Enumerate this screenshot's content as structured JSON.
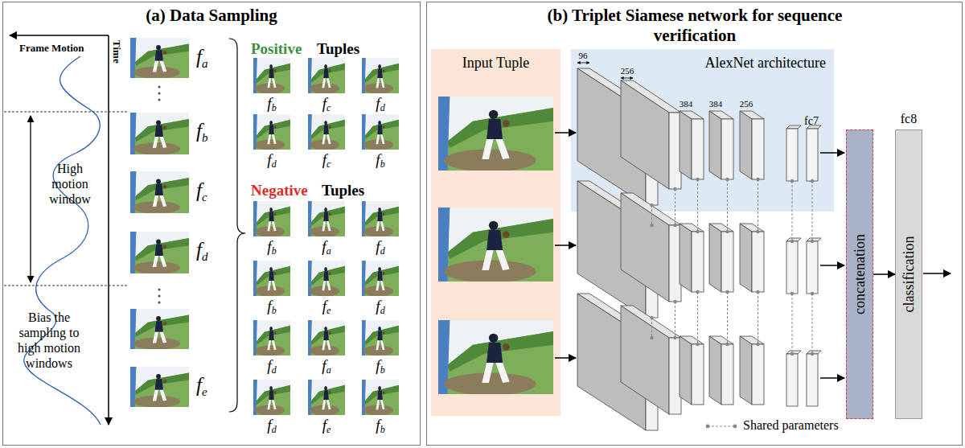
{
  "diagram": {
    "nodes": [
      {
        "text": [
          "(a) Data Sampling"
        ]
      },
      {
        "text": [
          "(b) Triplet Siamese network for sequence verification"
        ]
      },
      {
        "text": [
          "Input Tuple"
        ],
        "in": 1
      },
      {
        "text": [
          "AlexNet architecture"
        ],
        "in": 1
      },
      {
        "text": [
          "concatenation"
        ],
        "in": 1
      },
      {
        "text": [
          "fc8",
          "classification"
        ],
        "in": 1
      }
    ],
    "edges": [
      {
        "from": 4,
        "to": 5,
        "arrow": "to"
      }
    ],
    "labels": [
      "Frame Motion",
      "Time",
      "High motion window",
      "Bias the sampling to high motion windows",
      "fa",
      "fb",
      "fc",
      "fd",
      "fe",
      "Positive",
      "Tuples",
      "fb",
      "fc",
      "fd",
      "fd",
      "fc",
      "fb",
      "Negative",
      "Tuples",
      "fb",
      "fa",
      "fd",
      "fb",
      "fe",
      "fd",
      "fd",
      "fa",
      "fb",
      "fd",
      "fe",
      "fb",
      "96",
      "256",
      "384",
      "384",
      "256",
      "fc7"
    ],
    "legend": [
      {
        "text": "Shared parameters"
      }
    ]
  }
}
